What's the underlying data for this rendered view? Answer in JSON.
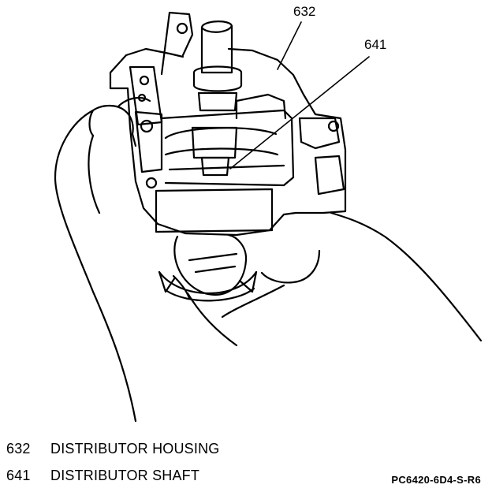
{
  "callouts": [
    {
      "id": "632"
    },
    {
      "id": "641"
    }
  ],
  "legend": [
    {
      "number": "632",
      "label": "DISTRIBUTOR HOUSING"
    },
    {
      "number": "641",
      "label": "DISTRIBUTOR SHAFT"
    }
  ],
  "figure_code": "PC6420-6D4-S-R6"
}
